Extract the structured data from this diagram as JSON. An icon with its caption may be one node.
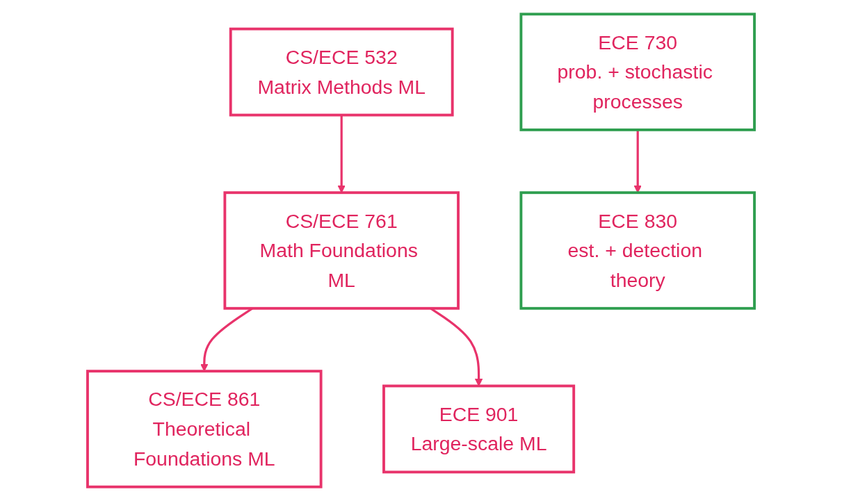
{
  "diagram": {
    "nodes": [
      {
        "text": [
          "CS/ECE 532",
          "Matrix Methods ML"
        ]
      },
      {
        "text": [
          "CS/ECE 761",
          "Math Foundations ML"
        ]
      },
      {
        "text": [
          "CS/ECE 861",
          "Theoretical Foundations ML"
        ]
      },
      {
        "text": [
          "ECE 901",
          "Large-scale ML"
        ]
      },
      {
        "text": [
          "ECE 730",
          "prob. + stochastic processes"
        ]
      },
      {
        "text": [
          "ECE 830",
          "est. + detection theory"
        ]
      }
    ],
    "edges": [
      {
        "from": 0,
        "to": 1,
        "arrow": "to"
      },
      {
        "from": 1,
        "to": 2,
        "arrow": "to"
      },
      {
        "from": 1,
        "to": 3,
        "arrow": "to"
      },
      {
        "from": 4,
        "to": 5,
        "arrow": "to"
      }
    ]
  }
}
